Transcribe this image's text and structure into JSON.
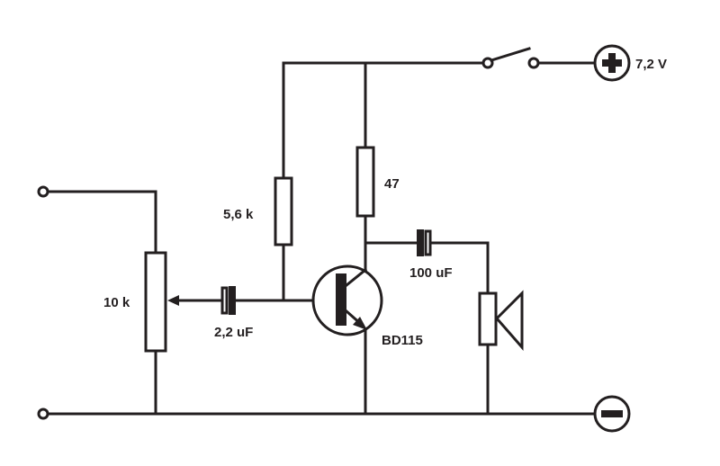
{
  "labels": {
    "supply_voltage": "7,2 V",
    "base_resistor": "5,6 k",
    "collector_resistor": "47",
    "potentiometer": "10 k",
    "input_capacitor": "2,2 uF",
    "output_capacitor": "100 uF",
    "transistor": "BD115"
  },
  "symbols": {
    "positive_terminal": "plus-sign",
    "negative_terminal": "minus-sign"
  },
  "colors": {
    "line": "#231f20",
    "background": "#ffffff"
  }
}
